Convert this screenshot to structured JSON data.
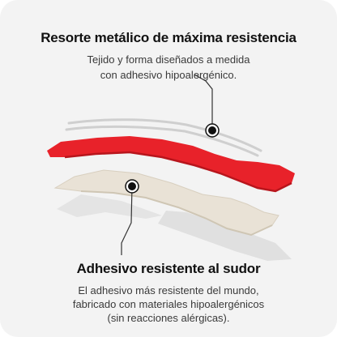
{
  "spring_callout": {
    "title": "Resorte metálico de máxima resistencia",
    "subtitle_line1": "Tejido y forma diseñados a medida",
    "subtitle_line2": "con adhesivo hipoalergénico."
  },
  "adhesive_callout": {
    "title": "Adhesivo resistente al sudor",
    "subtitle_line1": "El adhesivo más resistente del mundo,",
    "subtitle_line2": "fabricado con materiales hipoalergénicos",
    "subtitle_line3": "(sin reacciones alérgicas)."
  },
  "colors": {
    "background": "#f3f3f3",
    "fabric_layer": "#e8222a",
    "adhesive_layer": "#e9e2d6",
    "liner_layer": "#e2e2e2",
    "spring_wire": "#cfcfcf",
    "callout_dot": "#111111"
  },
  "icons": [
    "callout-marker-icon"
  ]
}
